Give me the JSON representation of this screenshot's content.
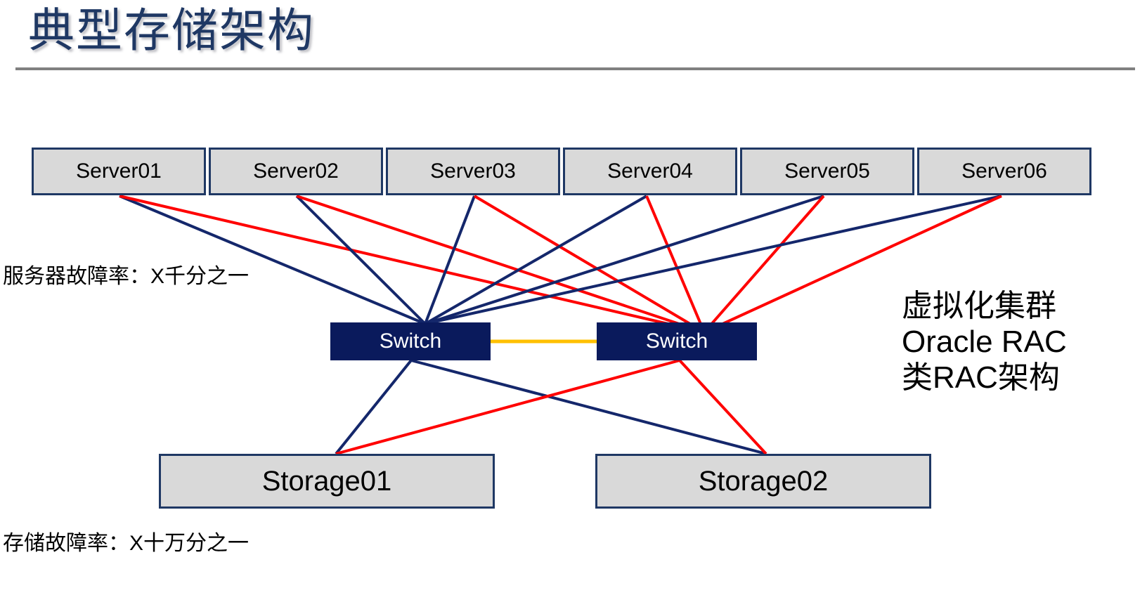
{
  "slide": {
    "title": "典型存储架构",
    "background_color": "#FFFFFF",
    "title_color": "#1F3864",
    "rule_color": "#808080"
  },
  "colors": {
    "server_fill": "#D9D9D9",
    "server_border": "#1F3864",
    "switch_fill": "#0A1A5C",
    "switch_text": "#FFFFFF",
    "link_primary": "#14276B",
    "link_secondary": "#FF0000",
    "interconnect": "#FFC000"
  },
  "servers": [
    {
      "label": "Server01"
    },
    {
      "label": "Server02"
    },
    {
      "label": "Server03"
    },
    {
      "label": "Server04"
    },
    {
      "label": "Server05"
    },
    {
      "label": "Server06"
    }
  ],
  "switches": [
    {
      "label": "Switch"
    },
    {
      "label": "Switch"
    }
  ],
  "storages": [
    {
      "label": "Storage01"
    },
    {
      "label": "Storage02"
    }
  ],
  "notes": {
    "server_failure_rate": "服务器故障率：X千分之一",
    "storage_failure_rate": "存储故障率：X十万分之一"
  },
  "cluster_note": {
    "line1": "虚拟化集群",
    "line2": "Oracle RAC",
    "line3": "类RAC架构"
  },
  "chart_data": {
    "type": "diagram",
    "title": "典型存储架构",
    "layers": [
      {
        "name": "servers",
        "nodes": [
          "Server01",
          "Server02",
          "Server03",
          "Server04",
          "Server05",
          "Server06"
        ]
      },
      {
        "name": "switches",
        "nodes": [
          "Switch",
          "Switch"
        ]
      },
      {
        "name": "storages",
        "nodes": [
          "Storage01",
          "Storage02"
        ]
      }
    ],
    "edges": [
      {
        "from": "Server01",
        "to": "Switch-A",
        "color": "#14276B"
      },
      {
        "from": "Server01",
        "to": "Switch-B",
        "color": "#FF0000"
      },
      {
        "from": "Server02",
        "to": "Switch-A",
        "color": "#14276B"
      },
      {
        "from": "Server02",
        "to": "Switch-B",
        "color": "#FF0000"
      },
      {
        "from": "Server03",
        "to": "Switch-A",
        "color": "#14276B"
      },
      {
        "from": "Server03",
        "to": "Switch-B",
        "color": "#FF0000"
      },
      {
        "from": "Server04",
        "to": "Switch-A",
        "color": "#14276B"
      },
      {
        "from": "Server04",
        "to": "Switch-B",
        "color": "#FF0000"
      },
      {
        "from": "Server05",
        "to": "Switch-A",
        "color": "#14276B"
      },
      {
        "from": "Server05",
        "to": "Switch-B",
        "color": "#FF0000"
      },
      {
        "from": "Server06",
        "to": "Switch-A",
        "color": "#14276B"
      },
      {
        "from": "Server06",
        "to": "Switch-B",
        "color": "#FF0000"
      },
      {
        "from": "Switch-A",
        "to": "Switch-B",
        "color": "#FFC000"
      },
      {
        "from": "Switch-A",
        "to": "Storage01",
        "color": "#14276B"
      },
      {
        "from": "Switch-A",
        "to": "Storage02",
        "color": "#14276B"
      },
      {
        "from": "Switch-B",
        "to": "Storage01",
        "color": "#FF0000"
      },
      {
        "from": "Switch-B",
        "to": "Storage02",
        "color": "#FF0000"
      }
    ],
    "annotations": [
      "服务器故障率：X千分之一",
      "存储故障率：X十万分之一",
      "虚拟化集群",
      "Oracle RAC",
      "类RAC架构"
    ]
  }
}
